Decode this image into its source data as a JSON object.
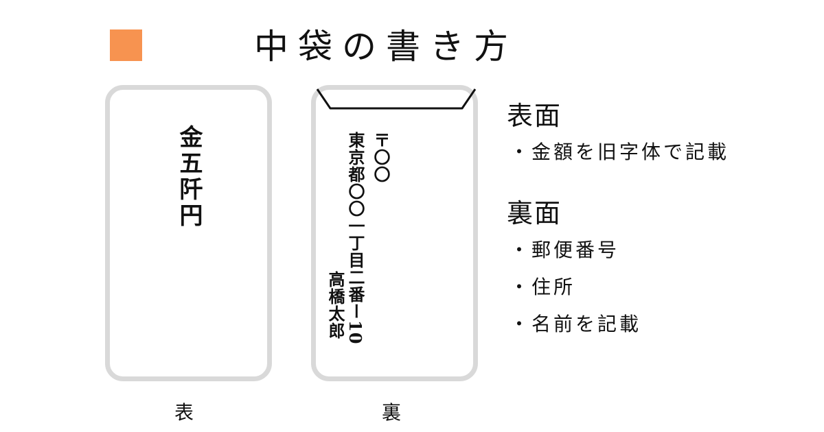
{
  "title": "中袋の書き方",
  "accent_color": "#f79350",
  "front": {
    "amount": "金五阡円",
    "caption": "表"
  },
  "back": {
    "postal": "〒〇〇",
    "address_main": "東京都〇〇一丁目二番ー",
    "address_number": "10",
    "name": "高橋太郎",
    "caption": "裏"
  },
  "notes": {
    "front_heading": "表面",
    "front_items": [
      "・金額を旧字体で記載"
    ],
    "back_heading": "裏面",
    "back_items": [
      "・郵便番号",
      "・住所",
      "・名前を記載"
    ]
  }
}
